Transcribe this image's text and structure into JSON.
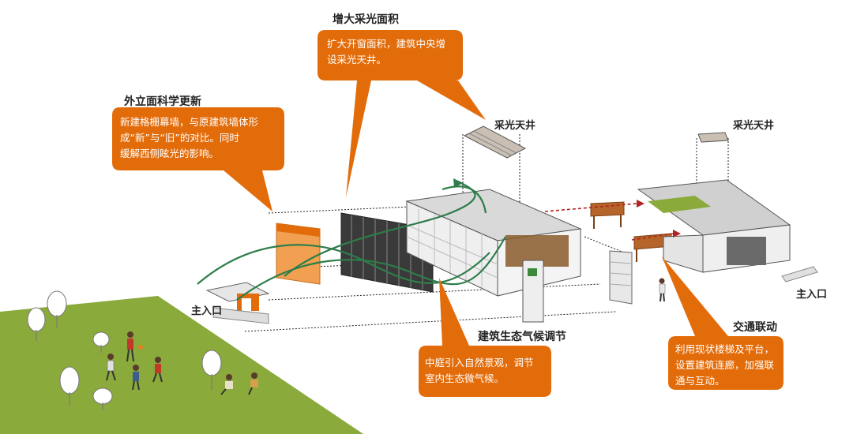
{
  "callouts": {
    "facade": {
      "title": "外立面科学更新",
      "lines": [
        "新建格栅幕墙，与原建筑墙体形",
        "成“新”与“旧”的对比。同时",
        "缓解西侧眩光的影响。"
      ]
    },
    "lighting": {
      "title": "增大采光面积",
      "lines": [
        "扩大开窗面积，建筑中央增",
        "设采光天井。"
      ]
    },
    "eco": {
      "title": "建筑生态气候调节",
      "lines": [
        "中庭引入自然景观，调节",
        "室内生态微气候。"
      ]
    },
    "traffic": {
      "title": "交通联动",
      "lines": [
        "利用现状楼梯及平台，",
        "设置建筑连廊，加强联",
        "通与互动。"
      ]
    }
  },
  "labels": {
    "skylight_1": "采光天井",
    "skylight_2": "采光天井",
    "entrance_1": "主入口",
    "entrance_2": "主入口"
  },
  "colors": {
    "callout": "#e36c0a",
    "grass": "#8aaa3c",
    "arrow_green": "#2e7d4a",
    "arrow_red": "#b22222"
  }
}
